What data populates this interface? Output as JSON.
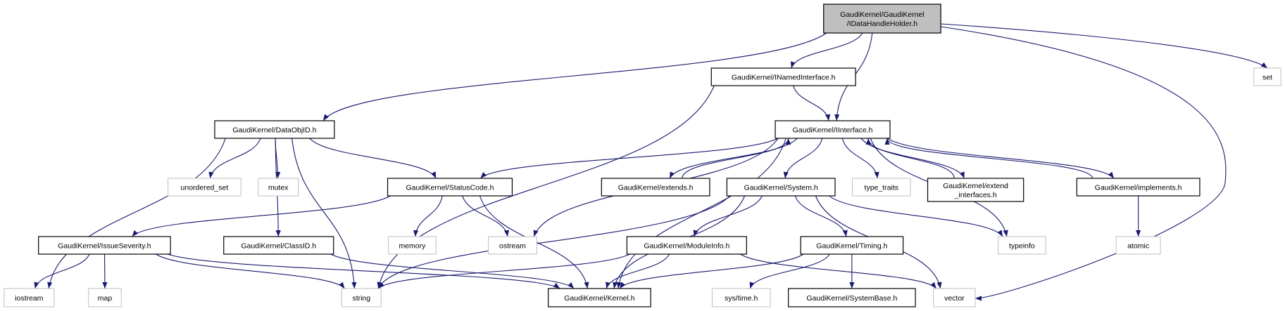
{
  "colors": {
    "edge": "#191970",
    "root_fill": "#bfbfbf",
    "node_border": "#000000",
    "external_border": "#bfbfbf"
  },
  "nodes": [
    {
      "id": "root",
      "lines": [
        "GaudiKernel/GaudiKernel",
        "/IDataHandleHolder.h"
      ],
      "kind": "root"
    },
    {
      "id": "inamed",
      "lines": [
        "GaudiKernel/INamedInterface.h"
      ],
      "kind": "file"
    },
    {
      "id": "set",
      "lines": [
        "set"
      ],
      "kind": "external"
    },
    {
      "id": "dataobjid",
      "lines": [
        "GaudiKernel/DataObjID.h"
      ],
      "kind": "file"
    },
    {
      "id": "iinterface",
      "lines": [
        "GaudiKernel/IInterface.h"
      ],
      "kind": "file"
    },
    {
      "id": "unordered_set",
      "lines": [
        "unordered_set"
      ],
      "kind": "external"
    },
    {
      "id": "mutex",
      "lines": [
        "mutex"
      ],
      "kind": "external"
    },
    {
      "id": "statuscode",
      "lines": [
        "GaudiKernel/StatusCode.h"
      ],
      "kind": "file"
    },
    {
      "id": "extends",
      "lines": [
        "GaudiKernel/extends.h"
      ],
      "kind": "file"
    },
    {
      "id": "system",
      "lines": [
        "GaudiKernel/System.h"
      ],
      "kind": "file"
    },
    {
      "id": "type_traits",
      "lines": [
        "type_traits"
      ],
      "kind": "external"
    },
    {
      "id": "extend_interfaces",
      "lines": [
        "GaudiKernel/extend",
        "_interfaces.h"
      ],
      "kind": "file"
    },
    {
      "id": "implements",
      "lines": [
        "GaudiKernel/implements.h"
      ],
      "kind": "file"
    },
    {
      "id": "issueseverity",
      "lines": [
        "GaudiKernel/IssueSeverity.h"
      ],
      "kind": "file"
    },
    {
      "id": "classid",
      "lines": [
        "GaudiKernel/ClassID.h"
      ],
      "kind": "file"
    },
    {
      "id": "memory",
      "lines": [
        "memory"
      ],
      "kind": "external"
    },
    {
      "id": "ostream",
      "lines": [
        "ostream"
      ],
      "kind": "external"
    },
    {
      "id": "moduleinfo",
      "lines": [
        "GaudiKernel/ModuleInfo.h"
      ],
      "kind": "file"
    },
    {
      "id": "timing",
      "lines": [
        "GaudiKernel/Timing.h"
      ],
      "kind": "file"
    },
    {
      "id": "typeinfo",
      "lines": [
        "typeinfo"
      ],
      "kind": "external"
    },
    {
      "id": "atomic",
      "lines": [
        "atomic"
      ],
      "kind": "external"
    },
    {
      "id": "iostream",
      "lines": [
        "iostream"
      ],
      "kind": "external"
    },
    {
      "id": "map",
      "lines": [
        "map"
      ],
      "kind": "external"
    },
    {
      "id": "string",
      "lines": [
        "string"
      ],
      "kind": "external"
    },
    {
      "id": "kernel",
      "lines": [
        "GaudiKernel/Kernel.h"
      ],
      "kind": "file"
    },
    {
      "id": "systime",
      "lines": [
        "sys/time.h"
      ],
      "kind": "external"
    },
    {
      "id": "systembase",
      "lines": [
        "GaudiKernel/SystemBase.h"
      ],
      "kind": "file"
    },
    {
      "id": "vector",
      "lines": [
        "vector"
      ],
      "kind": "external"
    }
  ],
  "edges": [
    [
      "root",
      "dataobjid"
    ],
    [
      "root",
      "inamed"
    ],
    [
      "root",
      "iinterface"
    ],
    [
      "root",
      "set"
    ],
    [
      "root",
      "vector"
    ],
    [
      "inamed",
      "iinterface"
    ],
    [
      "inamed",
      "string"
    ],
    [
      "dataobjid",
      "unordered_set"
    ],
    [
      "dataobjid",
      "mutex"
    ],
    [
      "dataobjid",
      "statuscode"
    ],
    [
      "dataobjid",
      "classid"
    ],
    [
      "dataobjid",
      "iostream"
    ],
    [
      "dataobjid",
      "string"
    ],
    [
      "iinterface",
      "statuscode"
    ],
    [
      "iinterface",
      "extends"
    ],
    [
      "iinterface",
      "system"
    ],
    [
      "iinterface",
      "type_traits"
    ],
    [
      "iinterface",
      "extend_interfaces"
    ],
    [
      "iinterface",
      "implements"
    ],
    [
      "iinterface",
      "ostream"
    ],
    [
      "iinterface",
      "kernel"
    ],
    [
      "iinterface",
      "typeinfo"
    ],
    [
      "extends",
      "iinterface"
    ],
    [
      "extend_interfaces",
      "iinterface"
    ],
    [
      "implements",
      "iinterface"
    ],
    [
      "statuscode",
      "issueseverity"
    ],
    [
      "statuscode",
      "memory"
    ],
    [
      "statuscode",
      "ostream"
    ],
    [
      "statuscode",
      "kernel"
    ],
    [
      "system",
      "moduleinfo"
    ],
    [
      "system",
      "timing"
    ],
    [
      "system",
      "string"
    ],
    [
      "system",
      "kernel"
    ],
    [
      "system",
      "typeinfo"
    ],
    [
      "system",
      "vector"
    ],
    [
      "implements",
      "atomic"
    ],
    [
      "issueseverity",
      "iostream"
    ],
    [
      "issueseverity",
      "map"
    ],
    [
      "issueseverity",
      "string"
    ],
    [
      "issueseverity",
      "kernel"
    ],
    [
      "classid",
      "kernel"
    ],
    [
      "moduleinfo",
      "string"
    ],
    [
      "moduleinfo",
      "kernel"
    ],
    [
      "moduleinfo",
      "vector"
    ],
    [
      "timing",
      "kernel"
    ],
    [
      "timing",
      "systime"
    ],
    [
      "timing",
      "systembase"
    ]
  ]
}
